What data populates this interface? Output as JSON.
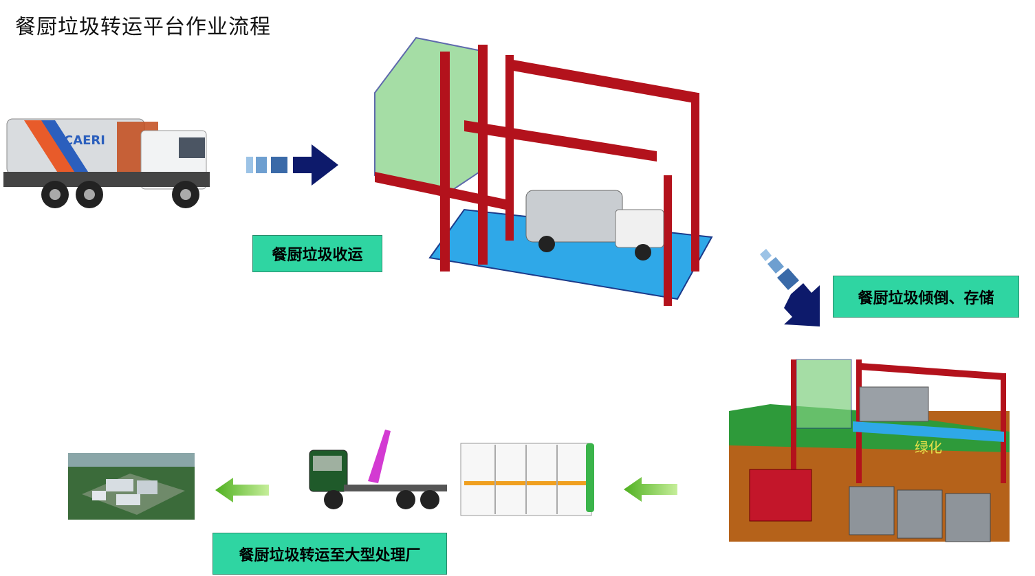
{
  "title": "餐厨垃圾转运平台作业流程",
  "steps": [
    {
      "label": "餐厨垃圾收运"
    },
    {
      "label": "餐厨垃圾倾倒、存储"
    },
    {
      "label": "餐厨垃圾转运至大型处理厂"
    }
  ],
  "truck_logo": "CAERI",
  "ground_text": "绿化",
  "colors": {
    "label_bg": "#2fd5a2",
    "frame_red": "#b3121c",
    "platform_blue": "#2fa8e8",
    "arrow_navy": "#0d1a6b",
    "arrow_green": "#5cc02a"
  }
}
